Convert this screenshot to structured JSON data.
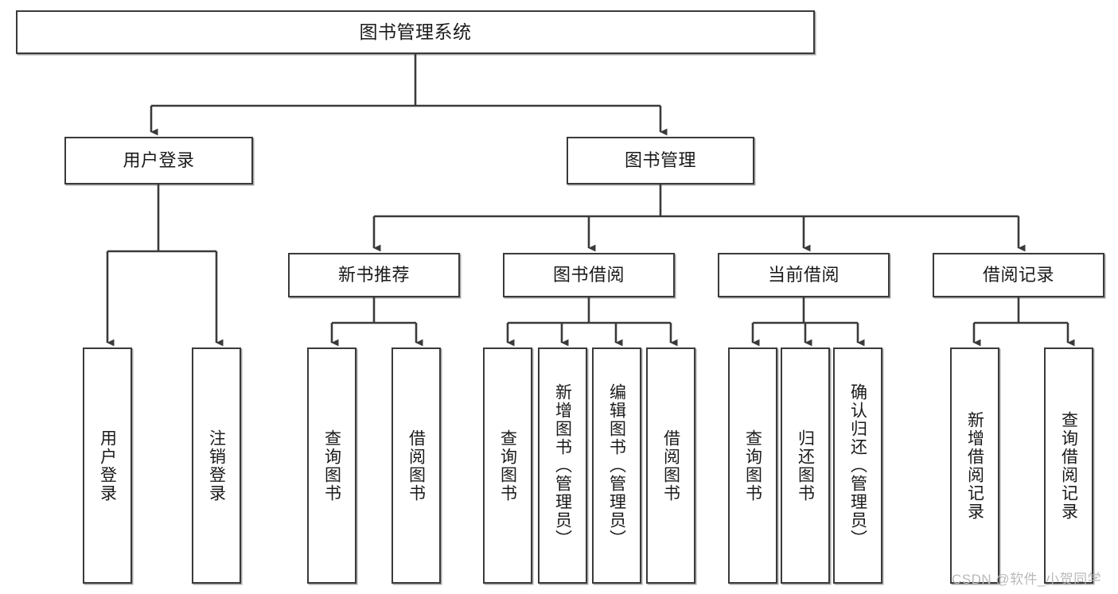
{
  "diagram": {
    "title": "图书管理系统",
    "watermark": "CSDN @软件_小贺同学",
    "colors": {
      "box_border": "#3a3a3a",
      "box_fill": "#ffffff",
      "connector": "#3a3a3a",
      "text": "#1a1a1a",
      "watermark": "#b9b9b9"
    },
    "nodes": {
      "root": {
        "label": "图书管理系统"
      },
      "level2": [
        {
          "label": "用户登录"
        },
        {
          "label": "图书管理"
        }
      ],
      "level3": [
        {
          "label": "新书推荐"
        },
        {
          "label": "图书借阅"
        },
        {
          "label": "当前借阅"
        },
        {
          "label": "借阅记录"
        }
      ],
      "leaves_user_login": [
        {
          "label": "用户登录"
        },
        {
          "label": "注销登录"
        }
      ],
      "leaves_new_book": [
        {
          "label": "查询图书"
        },
        {
          "label": "借阅图书"
        }
      ],
      "leaves_borrow": [
        {
          "label": "查询图书"
        },
        {
          "label": "新增图书（管理员）"
        },
        {
          "label": "编辑图书（管理员）"
        },
        {
          "label": "借阅图书"
        }
      ],
      "leaves_current": [
        {
          "label": "查询图书"
        },
        {
          "label": "归还图书"
        },
        {
          "label": "确认归还（管理员）"
        }
      ],
      "leaves_records": [
        {
          "label": "新增借阅记录"
        },
        {
          "label": "查询借阅记录"
        }
      ]
    }
  }
}
